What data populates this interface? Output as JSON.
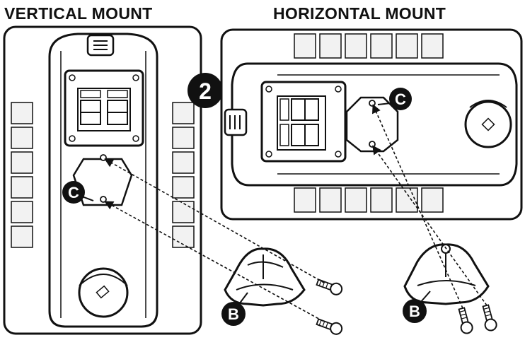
{
  "titles": {
    "vertical": "VERTICAL MOUNT",
    "horizontal": "HORIZONTAL MOUNT"
  },
  "callouts": {
    "step": "2",
    "vertical_plate": "C",
    "horizontal_plate": "C",
    "vertical_bracket": "B",
    "horizontal_bracket": "B"
  },
  "colors": {
    "ink": "#111111",
    "panel_fill": "#ffffff",
    "fin_fill": "#f2f2f2"
  }
}
